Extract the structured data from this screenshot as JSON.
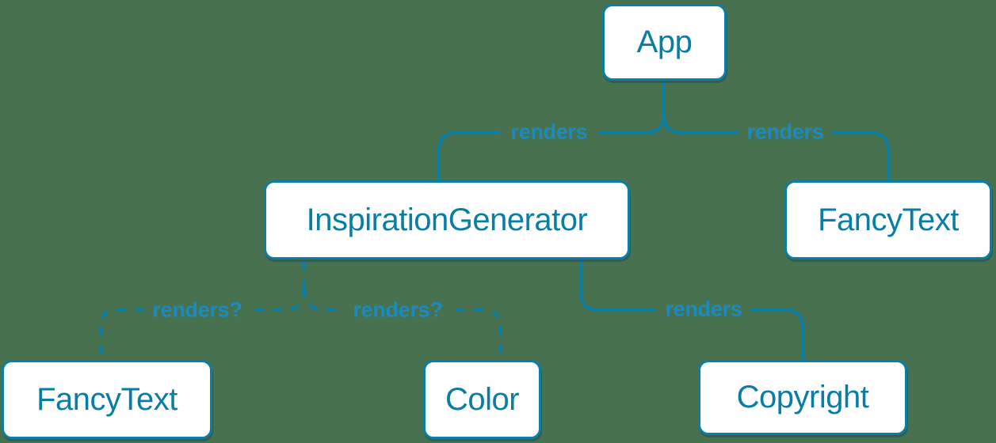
{
  "diagram": {
    "nodes": [
      {
        "id": "app",
        "label": "App"
      },
      {
        "id": "inspiration-generator",
        "label": "InspirationGenerator"
      },
      {
        "id": "fancy-text-top",
        "label": "FancyText"
      },
      {
        "id": "fancy-text-bottom",
        "label": "FancyText"
      },
      {
        "id": "color",
        "label": "Color"
      },
      {
        "id": "copyright",
        "label": "Copyright"
      }
    ],
    "edges": [
      {
        "from": "App",
        "to": "InspirationGenerator",
        "label": "renders",
        "style": "solid"
      },
      {
        "from": "App",
        "to": "FancyText",
        "label": "renders",
        "style": "solid"
      },
      {
        "from": "InspirationGenerator",
        "to": "FancyText",
        "label": "renders?",
        "style": "dashed"
      },
      {
        "from": "InspirationGenerator",
        "to": "Color",
        "label": "renders?",
        "style": "dashed"
      },
      {
        "from": "InspirationGenerator",
        "to": "Copyright",
        "label": "renders",
        "style": "solid"
      }
    ]
  },
  "colors": {
    "background": "#48714f",
    "node_fill": "#ffffff",
    "node_border": "#0a7ea4",
    "node_text": "#087ea4",
    "edge_stroke": "#0a7ea4",
    "edge_label": "#1b8bbf"
  }
}
